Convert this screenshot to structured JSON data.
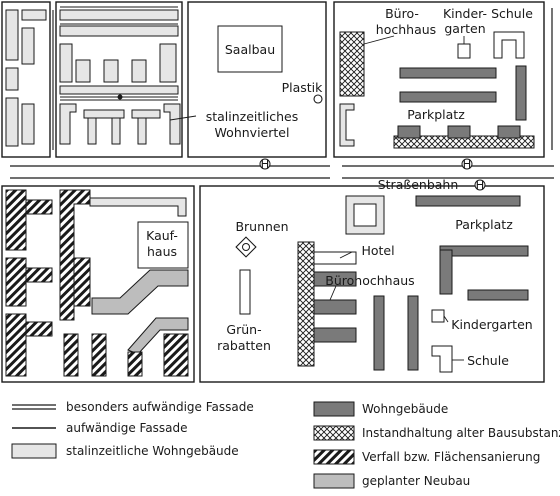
{
  "map": {
    "labels": {
      "saalbau": "Saalbau",
      "buero_1": "Büro-",
      "buero_2": "hochhaus",
      "kinder_1": "Kinder-",
      "kinder_2": "garten",
      "schule_top": "Schule",
      "plastik": "Plastik",
      "stalin_1": "stalinzeitliches",
      "stalin_2": "Wohnviertel",
      "parkplatz_top": "Parkplatz",
      "tram_stop_symbol": "H",
      "strassenbahn": "Straßenbahn",
      "kauf_1": "Kauf-",
      "kauf_2": "haus",
      "brunnen": "Brunnen",
      "gruen_1": "Grün-",
      "gruen_2": "rabatten",
      "hotel": "Hotel",
      "buerohochhaus": "Bürohochhaus",
      "parkplatz_bottom": "Parkplatz",
      "kindergarten": "Kindergarten",
      "schule_bottom": "Schule"
    }
  },
  "legend": {
    "left": [
      {
        "key": "double",
        "label": "besonders aufwändige Fassade"
      },
      {
        "key": "single",
        "label": "aufwändige Fassade"
      },
      {
        "key": "stalin",
        "label": "stalinzeitliche Wohngebäude"
      }
    ],
    "right": [
      {
        "key": "wohn",
        "label": "Wohngebäude"
      },
      {
        "key": "instand",
        "label": "Instandhaltung alter Bausubstanz"
      },
      {
        "key": "verfall",
        "label": "Verfall bzw. Flächensanierung"
      },
      {
        "key": "neubau",
        "label": "geplanter Neubau"
      }
    ]
  },
  "colors": {
    "wohn": "#7a7a7a",
    "stalin": "#e6e6e6",
    "neubau": "#bdbdbd",
    "line": "#1a1a1a"
  }
}
